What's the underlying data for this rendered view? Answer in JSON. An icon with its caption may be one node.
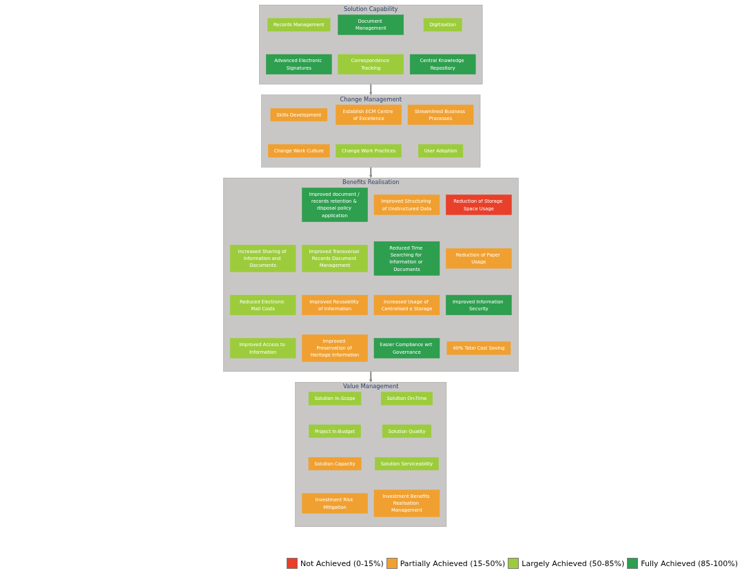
{
  "diagram": {
    "nodes": [
      {
        "text": [
          "Solution Capability"
        ]
      },
      {
        "text": [
          "Records Management"
        ],
        "in": 0
      },
      {
        "text": [
          "Document Management"
        ],
        "in": 0
      },
      {
        "text": [
          "Digitisation"
        ],
        "in": 0
      },
      {
        "text": [
          "Advanced Electronic Signatures"
        ],
        "in": 0
      },
      {
        "text": [
          "Correspondence Tracking"
        ],
        "in": 0
      },
      {
        "text": [
          "Central Knowledge Repository"
        ],
        "in": 0
      },
      {
        "text": [
          "Change Management"
        ]
      },
      {
        "text": [
          "Skills Development"
        ],
        "in": 7
      },
      {
        "text": [
          "Establish ECM Centre of Excellence"
        ],
        "in": 7
      },
      {
        "text": [
          "Streamlined Business Processes"
        ],
        "in": 7
      },
      {
        "text": [
          "Change Work Culture"
        ],
        "in": 7
      },
      {
        "text": [
          "Change Work Practices"
        ],
        "in": 7
      },
      {
        "text": [
          "User Adoption"
        ],
        "in": 7
      },
      {
        "text": [
          "Benefits Realisation"
        ]
      },
      {
        "text": [
          "Improved document / records retention & disposal policy application"
        ],
        "in": 14
      },
      {
        "text": [
          "Improved Structuring of Unstructured Data"
        ],
        "in": 14
      },
      {
        "text": [
          "Reduction of Storage Space Usage"
        ],
        "in": 14
      },
      {
        "text": [
          "Increased Sharing of Information and Documents"
        ],
        "in": 14
      },
      {
        "text": [
          "Improved Transversal Records Document Management"
        ],
        "in": 14
      },
      {
        "text": [
          "Reduced Time Searching for Information or Documents"
        ],
        "in": 14
      },
      {
        "text": [
          "Reduction of Paper Usage"
        ],
        "in": 14
      },
      {
        "text": [
          "Reduced Electronic Mail Costs"
        ],
        "in": 14
      },
      {
        "text": [
          "Improved Reusability of Information"
        ],
        "in": 14
      },
      {
        "text": [
          "Increased Usage of Centralised e Storage"
        ],
        "in": 14
      },
      {
        "text": [
          "Improved Information Security"
        ],
        "in": 14
      },
      {
        "text": [
          "Improved Access to Information"
        ],
        "in": 14
      },
      {
        "text": [
          "Improved Preservation of Heritage Information"
        ],
        "in": 14
      },
      {
        "text": [
          "Easier Compliance wrt Governance"
        ],
        "in": 14
      },
      {
        "text": [
          "40% Total Cost Saving"
        ],
        "in": 14
      },
      {
        "text": [
          "Value Management"
        ]
      },
      {
        "text": [
          "Solution In-Scope"
        ],
        "in": 30
      },
      {
        "text": [
          "Solution On-Time"
        ],
        "in": 30
      },
      {
        "text": [
          "Project In-Budget"
        ],
        "in": 30
      },
      {
        "text": [
          "Solution Quality"
        ],
        "in": 30
      },
      {
        "text": [
          "Solution Capacity"
        ],
        "in": 30
      },
      {
        "text": [
          "Solution Serviceability"
        ],
        "in": 30
      },
      {
        "text": [
          "Investment Risk Mitigation"
        ],
        "in": 30
      },
      {
        "text": [
          "Investment Benefits Realisation Management"
        ],
        "in": 30
      }
    ],
    "edges": [
      {
        "from": 0,
        "to": 7,
        "arrow": "to"
      },
      {
        "from": 7,
        "to": 14,
        "arrow": "to"
      },
      {
        "from": 14,
        "to": 30,
        "arrow": "to"
      }
    ],
    "legend": [
      {
        "text": "Not Achieved (0-15%)",
        "color": "#e8402a"
      },
      {
        "text": "Partially Achieved (15-50%)",
        "color": "#f0a030"
      },
      {
        "text": "Largely Achieved (50-85%)",
        "color": "#9ccc3c"
      },
      {
        "text": "Fully Achieved (85-100%)",
        "color": "#2e9e4f"
      }
    ]
  }
}
